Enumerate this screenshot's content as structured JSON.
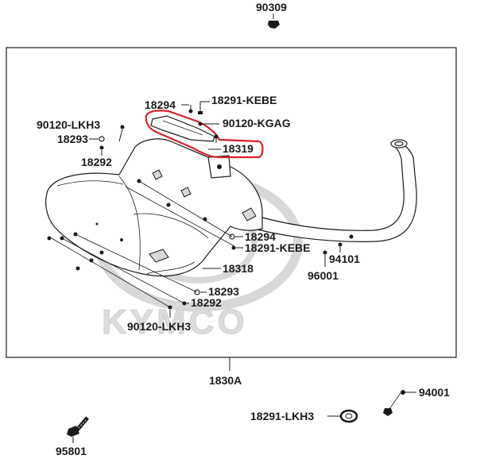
{
  "diagram": {
    "frame_label": "1830A",
    "watermark": "KYMCO",
    "highlight_color": "#d9202a",
    "labels": {
      "top_nut": "90309",
      "bolt_18294_top": "18294",
      "screw_kebe_top": "18291-KEBE",
      "bolt_lkh3_left": "90120-LKH3",
      "bolt_kgag": "90120-KGAG",
      "washer_18293_top": "18293",
      "heat_guard": "18319",
      "washer_18292_top": "18292",
      "bolt_18294_mid": "18294",
      "screw_kebe_mid": "18291-KEBE",
      "nut_94101": "94101",
      "guard_18318": "18318",
      "bolt_96001": "96001",
      "washer_18293_low": "18293",
      "washer_18292_low": "18292",
      "bolt_lkh3_low": "90120-LKH3",
      "nut_94001": "94001",
      "gasket_lkh3": "18291-LKH3",
      "bolt_95801": "95801"
    }
  }
}
